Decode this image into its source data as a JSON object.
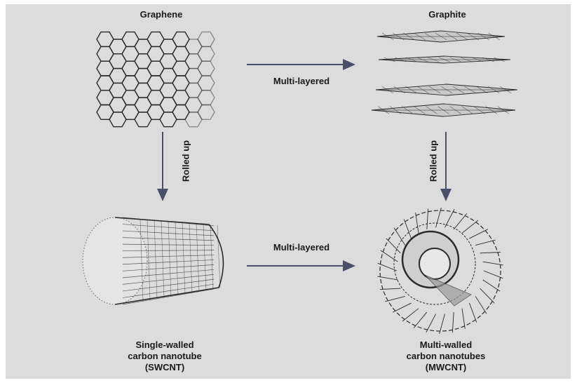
{
  "title_graphene": "Graphene",
  "title_graphite": "Graphite",
  "arrow_top_label": "Multi-layered",
  "arrow_bottom_label": "Multi-layered",
  "rolled_left": "Rolled up",
  "rolled_right": "Rolled up",
  "swcnt_caption": "Single-walled\ncarbon nanotube\n(SWCNT)",
  "mwcnt_caption": "Multi-walled\ncarbon nanotubes\n(MWCNT)",
  "colors": {
    "background": "#dcdcdc",
    "lines": "#2a2a2a",
    "arrows": "#4a4f6a"
  }
}
